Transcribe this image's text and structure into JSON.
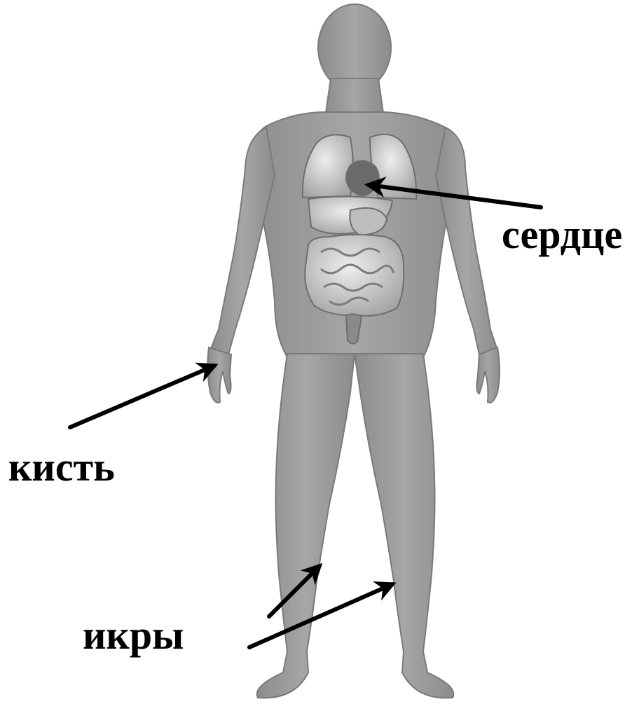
{
  "labels": {
    "heart": "сердце",
    "hand": "кисть",
    "calves": "икры"
  },
  "colors": {
    "skin": "#9a9a9a",
    "skin_dark": "#808080",
    "organs": "#d4d4d4",
    "organs_shade": "#8a8a8a",
    "heart": "#6a6a6a",
    "arrow": "#000000",
    "background": "#ffffff"
  }
}
